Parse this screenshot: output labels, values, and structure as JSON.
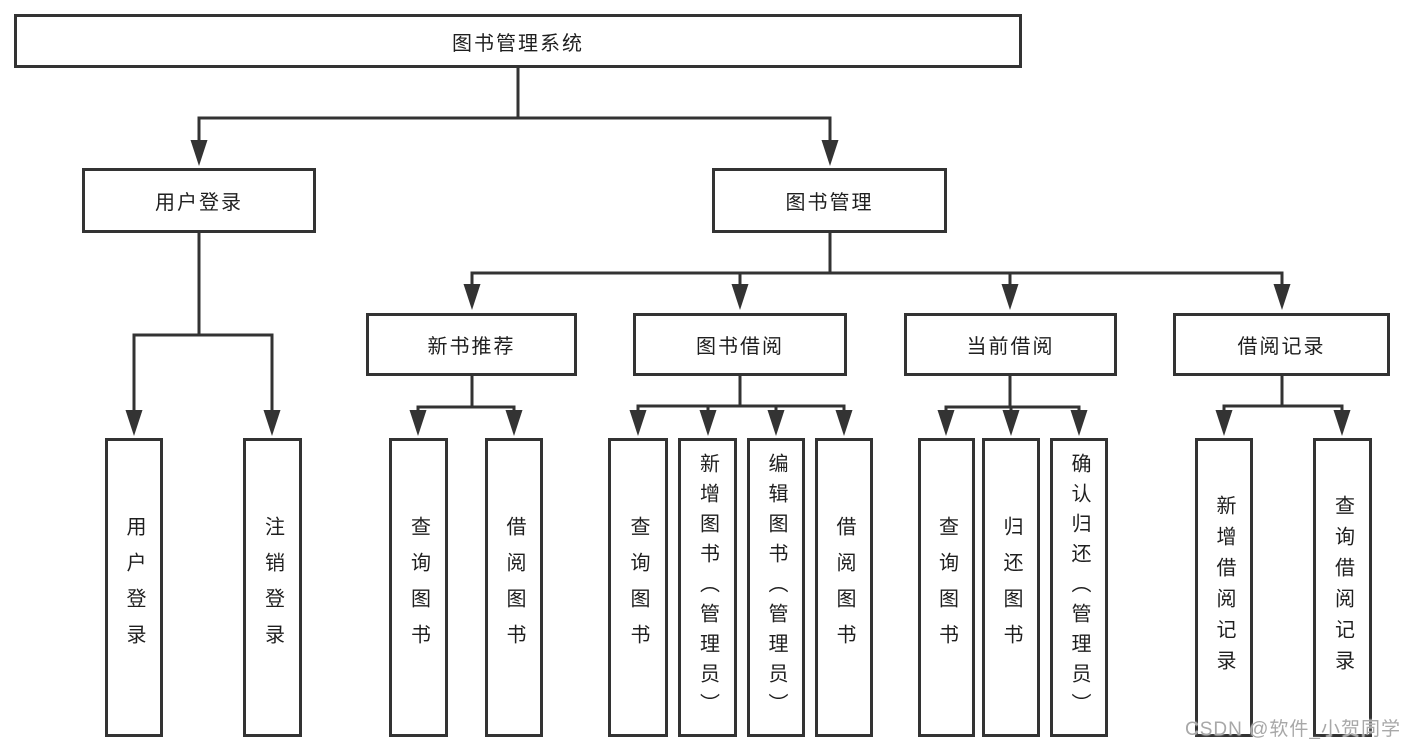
{
  "colors": {
    "line": "#333333",
    "box_border": "#333333",
    "box_background": "#ffffff",
    "text": "#1f1f1f",
    "watermark": "#a8a8a8",
    "page_background": "#ffffff"
  },
  "watermark": {
    "text": "CSDN @软件_小贺同学"
  },
  "tree": {
    "root": {
      "label": "图书管理系统"
    },
    "branches": [
      {
        "label": "用户登录",
        "children": [
          {
            "label": "用户登录"
          },
          {
            "label": "注销登录"
          }
        ]
      },
      {
        "label": "图书管理",
        "sections": [
          {
            "label": "新书推荐",
            "children": [
              {
                "label": "查询图书"
              },
              {
                "label": "借阅图书"
              }
            ]
          },
          {
            "label": "图书借阅",
            "children": [
              {
                "label": "查询图书"
              },
              {
                "label": "新增图书（管理员）"
              },
              {
                "label": "编辑图书（管理员）"
              },
              {
                "label": "借阅图书"
              }
            ]
          },
          {
            "label": "当前借阅",
            "children": [
              {
                "label": "查询图书"
              },
              {
                "label": "归还图书"
              },
              {
                "label": "确认归还（管理员）"
              }
            ]
          },
          {
            "label": "借阅记录",
            "children": [
              {
                "label": "新增借阅记录"
              },
              {
                "label": "查询借阅记录"
              }
            ]
          }
        ]
      }
    ]
  }
}
